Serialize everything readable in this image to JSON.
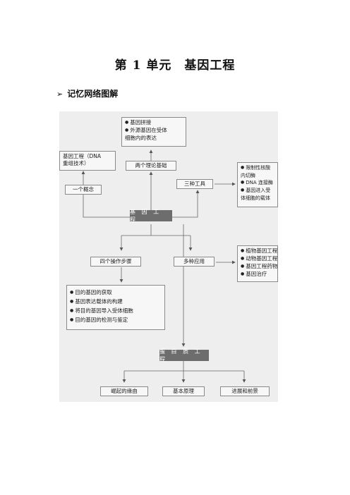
{
  "title": "第 1 单元　基因工程",
  "section_heading": "记忆网络图解",
  "diagram": {
    "center_node": "基 因 工 程",
    "bottom_node": "蛋 白 质 工 程",
    "concept_label": "一个概念",
    "concept_detail": [
      "基因工程（DNA",
      "重组技术）"
    ],
    "theory_label": "两个理论基础",
    "theory_items": [
      "基因拼接",
      "外源基因在受体",
      "细胞内的表达"
    ],
    "tools_label": "三种工具",
    "tools_items": [
      "限制性核酸",
      "内切酶",
      "DNA 连接酶",
      "基因进入受",
      "体细胞的载体"
    ],
    "steps_label": "四个操作步骤",
    "steps_items": [
      "目的基因的获取",
      "基因表达载体的构建",
      "将目的基因导入受体细胞",
      "目的基因的检测与鉴定"
    ],
    "apps_label": "多种应用",
    "apps_items": [
      "植物基因工程",
      "动物基因工程",
      "基因工程药物",
      "基因治疗"
    ],
    "protein_children": [
      "崛起的缘由",
      "基本原理",
      "进展和前景"
    ]
  }
}
